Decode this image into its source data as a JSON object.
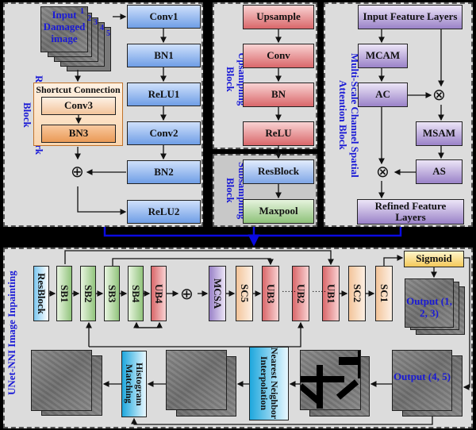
{
  "residual_block": {
    "title": "Residual Network Block",
    "input_label": "Input Damaged image",
    "input_stack_numbers": [
      "1",
      "2",
      "3",
      "4",
      "5"
    ],
    "main_path": [
      "Conv1",
      "BN1",
      "ReLU1",
      "Conv2",
      "BN2",
      "ReLU2"
    ],
    "shortcut": {
      "title": "Shortcut Connection",
      "layers": [
        "Conv3",
        "BN3"
      ]
    },
    "add_symbol": "⊕"
  },
  "upsampling_block": {
    "title": "Upsampling Block",
    "layers": [
      "Upsample",
      "Conv",
      "BN",
      "ReLU"
    ]
  },
  "subsampling_block": {
    "title": "Subsampling Block",
    "layers": [
      "ResBlock",
      "Maxpool"
    ]
  },
  "attention_block": {
    "title": "Multi-Scale Channel Spatial Attention Block",
    "input": "Input Feature Layers",
    "mcam": "MCAM",
    "ac": "AC",
    "msam": "MSAM",
    "as": "AS",
    "output": "Refined Feature Layers",
    "multiply_symbol": "⊗"
  },
  "unet": {
    "title": "UNet-NNI Image Inpainting",
    "encoder": [
      "ResBlock",
      "SB1",
      "SB2",
      "SB3",
      "SB4",
      "UB4"
    ],
    "add_symbol": "⊕",
    "decoder": [
      "MCSA",
      "SC5",
      "UB3",
      "UB2",
      "UB1",
      "SC2",
      "SC1"
    ],
    "ellipsis": "·····",
    "sigmoid": "Sigmoid",
    "output_123": "Output (1, 2, 3)",
    "output_45": "Output (4, 5)",
    "nni": "Nearest Neighbor Interpolation",
    "histogram": "Histogram Matching"
  },
  "colors": {
    "label_blue": "#1a1ad6",
    "connector_blue": "#0a0ae0",
    "panel_bg": "#dcdcdc"
  }
}
